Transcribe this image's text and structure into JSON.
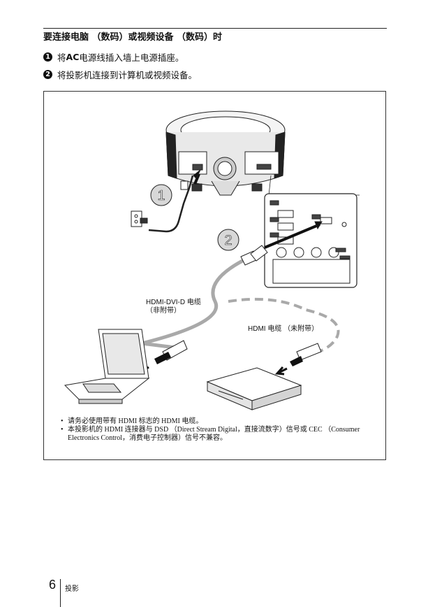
{
  "heading": "要连接电脑 （数码）或视频设备 （数码）时",
  "steps": [
    {
      "num": "1",
      "pre": "将 ",
      "bold": "AC",
      "post": " 电源线插入墙上电源插座。"
    },
    {
      "num": "2",
      "pre": "将投影机连接到计算机或视频设备。",
      "bold": "",
      "post": ""
    }
  ],
  "figure": {
    "callout1": "1",
    "callout2": "2",
    "cable1_line1": "HDMI-DVI-D 电缆",
    "cable1_line2": "（非附带）",
    "cable2": "HDMI 电缆 （未附带）"
  },
  "notes": [
    "请务必使用带有 HDMI 标志的 HDMI 电缆。",
    "本投影机的 HDMI 连接器与 DSD （Direct Stream Digital，直接流数字）信号或 CEC （Consumer Electronics Control，消费电子控制器）信号不兼容。"
  ],
  "footer": {
    "page": "6",
    "section": "投影"
  }
}
